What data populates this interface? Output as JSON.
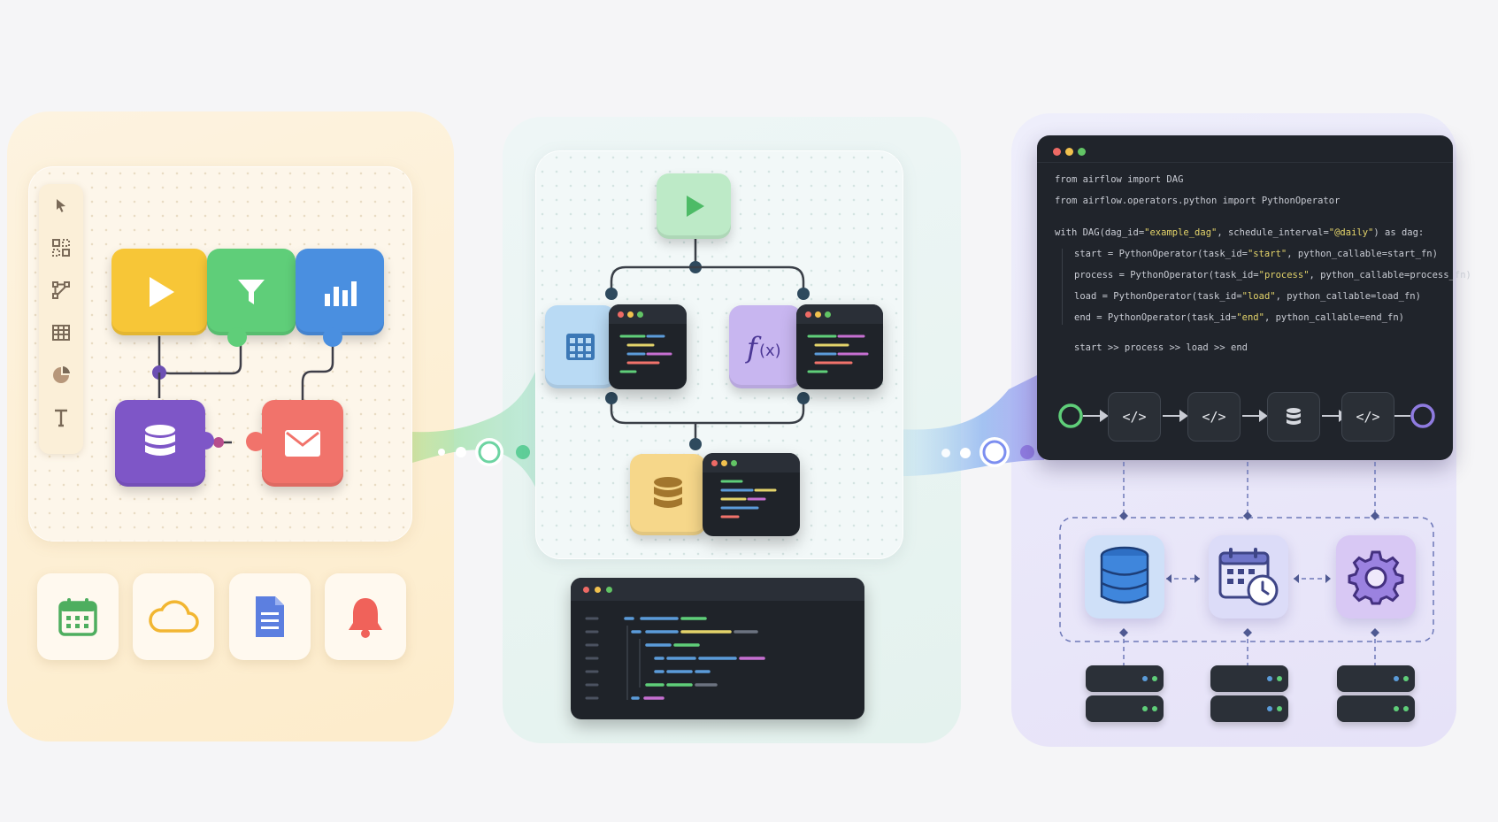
{
  "code": {
    "lines": [
      {
        "parts": [
          {
            "t": "from airflow import DAG"
          }
        ]
      },
      {
        "parts": [
          {
            "t": "from airflow.operators.python import PythonOperator"
          }
        ]
      },
      {
        "parts": [
          {
            "t": "with DAG(dag_id="
          },
          {
            "t": "\"example_dag\"",
            "s": true
          },
          {
            "t": ", schedule_interval="
          },
          {
            "t": "\"@daily\"",
            "s": true
          },
          {
            "t": ") as dag:"
          }
        ]
      },
      {
        "parts": [
          {
            "t": "start = PythonOperator(task_id="
          },
          {
            "t": "\"start\"",
            "s": true
          },
          {
            "t": ", python_callable=start_fn)"
          }
        ]
      },
      {
        "parts": [
          {
            "t": "process = PythonOperator(task_id="
          },
          {
            "t": "\"process\"",
            "s": true
          },
          {
            "t": ", python_callable=process_fn)"
          }
        ]
      },
      {
        "parts": [
          {
            "t": "load = PythonOperator(task_id="
          },
          {
            "t": "\"load\"",
            "s": true
          },
          {
            "t": ", python_callable=load_fn)"
          }
        ]
      },
      {
        "parts": [
          {
            "t": "end = PythonOperator(task_id="
          },
          {
            "t": "\"end\"",
            "s": true
          },
          {
            "t": ", python_callable=end_fn)"
          }
        ]
      },
      {
        "parts": [
          {
            "t": "start >> process >> load >> end"
          }
        ]
      }
    ],
    "pipeline_nodes": [
      "</>",
      "</>",
      "db",
      "</>"
    ]
  },
  "colors": {
    "yellow": "#f7c637",
    "green": "#5fce79",
    "blue": "#4a8fe0",
    "purple": "#7e56c7",
    "coral": "#f1736b",
    "string": "#e3d36a",
    "pipeline_start": "#5fce79",
    "pipeline_end": "#8f7be0"
  },
  "icons": {
    "toolbar": [
      "cursor-icon",
      "components-icon",
      "nodes-icon",
      "table-icon",
      "pie-chart-icon",
      "text-icon"
    ],
    "left_blocks": [
      "play-icon",
      "filter-icon",
      "bar-chart-icon",
      "database-icon",
      "mail-icon"
    ],
    "tiles": [
      "calendar-icon",
      "cloud-icon",
      "document-icon",
      "bell-icon"
    ],
    "middle": [
      "play-icon",
      "table-icon",
      "function-icon",
      "database-icon"
    ],
    "services": [
      "database-icon",
      "calendar-clock-icon",
      "gear-icon"
    ],
    "servers": [
      "server-icon",
      "server-icon",
      "server-icon"
    ]
  }
}
